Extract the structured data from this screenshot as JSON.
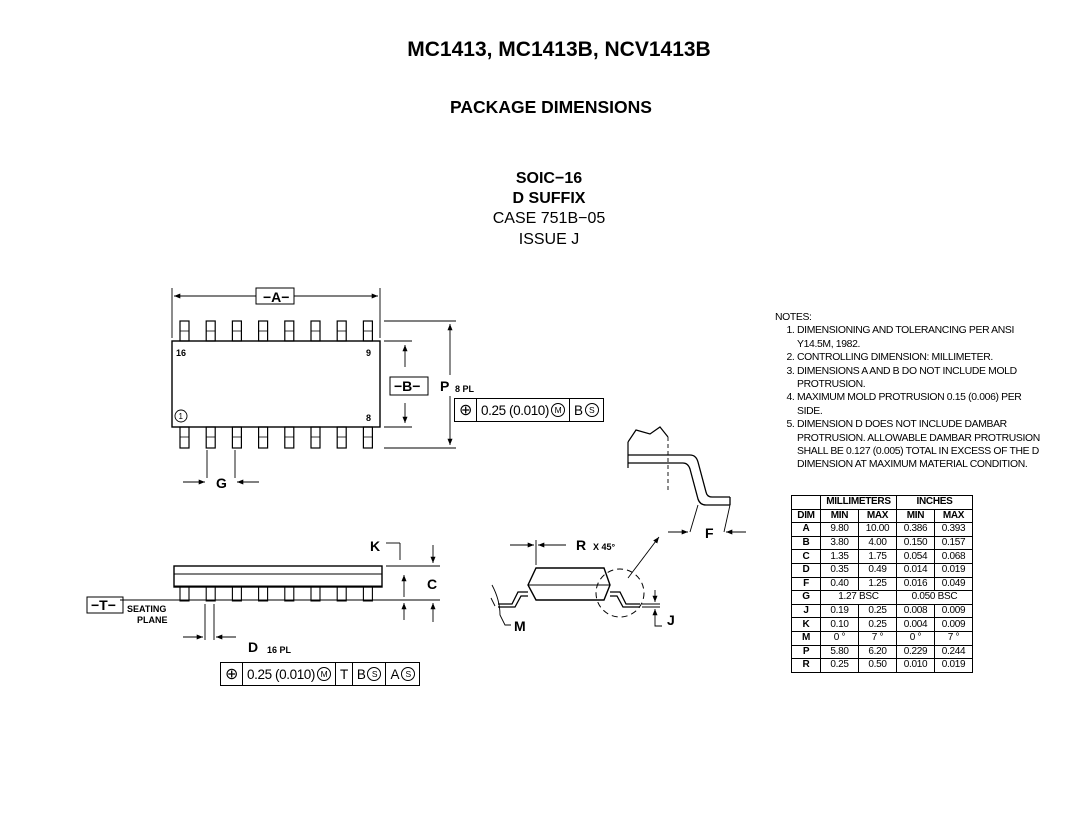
{
  "header": {
    "title": "MC1413, MC1413B, NCV1413B",
    "subtitle": "PACKAGE DIMENSIONS"
  },
  "package": {
    "name": "SOIC−16",
    "suffix": "D SUFFIX",
    "case": "CASE 751B−05",
    "issue": "ISSUE J"
  },
  "labels": {
    "datum_a": "−A−",
    "datum_b": "−B−",
    "datum_t": "−T−",
    "pin16": "16",
    "pin9": "9",
    "pin1": "1",
    "pin8": "8",
    "p": "P",
    "p_note": "8 PL",
    "g": "G",
    "k": "K",
    "c": "C",
    "seating": "SEATING",
    "plane": "PLANE",
    "d": "D",
    "d_note": "16 PL",
    "r": "R",
    "r_note": "X 45°",
    "m": "M",
    "j": "J",
    "f": "F"
  },
  "fcf_top": {
    "symbol": "⊕",
    "tolerance": "0.25 (0.010)",
    "mod": "M",
    "datum": "B",
    "datum_mod": "S"
  },
  "fcf_bottom": {
    "symbol": "⊕",
    "tolerance": "0.25 (0.010)",
    "mod": "M",
    "datum1": "T",
    "datum2": "B",
    "datum2_mod": "S",
    "datum3": "A",
    "datum3_mod": "S"
  },
  "notes": {
    "heading": "NOTES:",
    "items": [
      "DIMENSIONING AND TOLERANCING PER ANSI Y14.5M, 1982.",
      "CONTROLLING DIMENSION: MILLIMETER.",
      "DIMENSIONS A AND B DO NOT INCLUDE MOLD PROTRUSION.",
      "MAXIMUM MOLD PROTRUSION 0.15 (0.006) PER SIDE.",
      "DIMENSION D DOES NOT INCLUDE DAMBAR PROTRUSION. ALLOWABLE DAMBAR PROTRUSION SHALL BE 0.127 (0.005) TOTAL IN EXCESS OF THE D DIMENSION AT MAXIMUM MATERIAL CONDITION."
    ]
  },
  "table": {
    "group_mm": "MILLIMETERS",
    "group_in": "INCHES",
    "col_dim": "DIM",
    "col_min": "MIN",
    "col_max": "MAX",
    "rows": [
      [
        "A",
        "9.80",
        "10.00",
        "0.386",
        "0.393"
      ],
      [
        "B",
        "3.80",
        "4.00",
        "0.150",
        "0.157"
      ],
      [
        "C",
        "1.35",
        "1.75",
        "0.054",
        "0.068"
      ],
      [
        "D",
        "0.35",
        "0.49",
        "0.014",
        "0.019"
      ],
      [
        "F",
        "0.40",
        "1.25",
        "0.016",
        "0.049"
      ],
      [
        "G",
        "1.27 BSC",
        "",
        "0.050 BSC",
        ""
      ],
      [
        "J",
        "0.19",
        "0.25",
        "0.008",
        "0.009"
      ],
      [
        "K",
        "0.10",
        "0.25",
        "0.004",
        "0.009"
      ],
      [
        "M",
        "0 °",
        "7 °",
        "0 °",
        "7 °"
      ],
      [
        "P",
        "5.80",
        "6.20",
        "0.229",
        "0.244"
      ],
      [
        "R",
        "0.25",
        "0.50",
        "0.010",
        "0.019"
      ]
    ]
  }
}
